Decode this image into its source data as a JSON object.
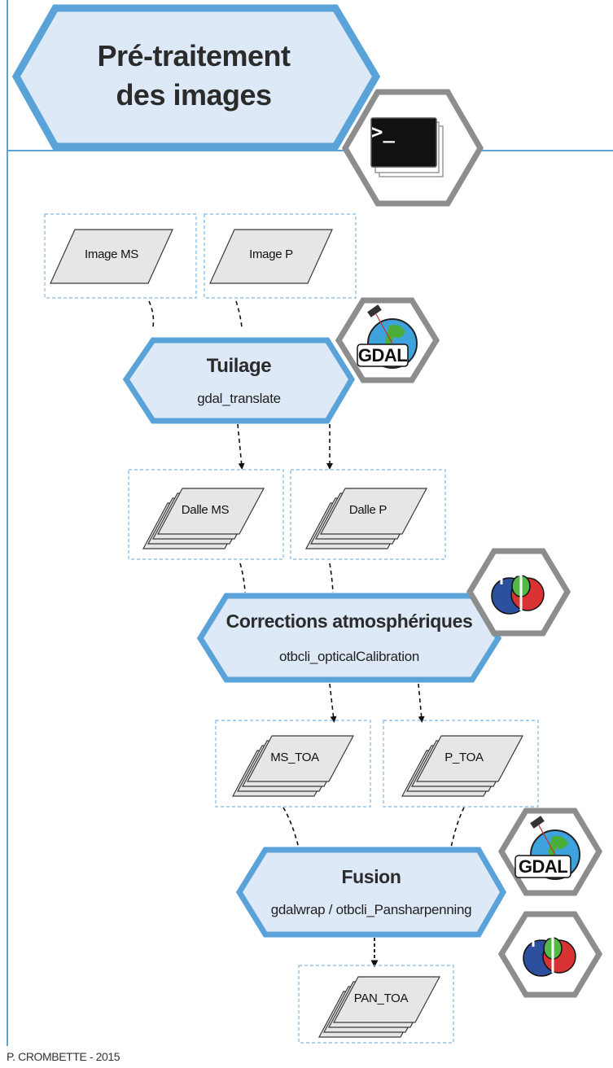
{
  "header": {
    "title_line1": "Pré-traitement",
    "title_line2": "des images",
    "terminal_prompt": ">_"
  },
  "inputs": {
    "image_ms": "Image MS",
    "image_p": "Image P"
  },
  "steps": [
    {
      "title": "Tuilage",
      "command": "gdal_translate",
      "badge": "GDAL"
    },
    {
      "title": "Corrections atmosphériques",
      "command": "otbcli_opticalCalibration"
    },
    {
      "title": "Fusion",
      "command": "gdalwrap / otbcli_Pansharpenning",
      "badge": "GDAL"
    }
  ],
  "tiles": {
    "dalle_ms": "Dalle MS",
    "dalle_p": "Dalle P"
  },
  "toa": {
    "ms_toa": "MS_TOA",
    "p_toa": "P_TOA",
    "pan_toa": "PAN_TOA"
  },
  "credit": "P. CROMBETTE - 2015",
  "colors": {
    "accent_blue": "#5aa3d9",
    "hex_fill": "#dde9f6",
    "parallelogram_fill": "#e6e6e6",
    "badge_border": "#8d8d8d"
  }
}
